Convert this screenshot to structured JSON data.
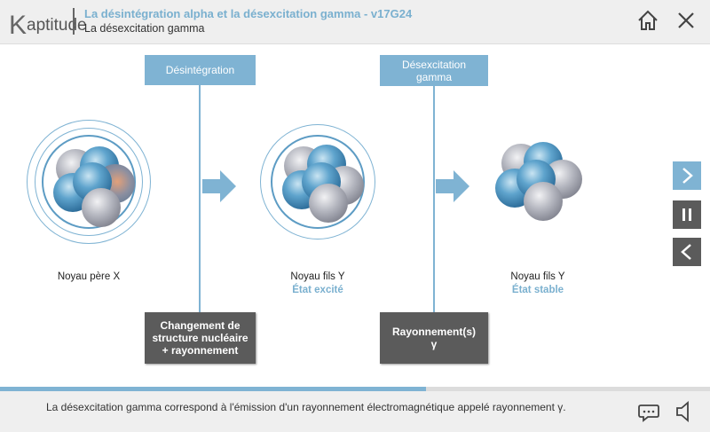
{
  "header": {
    "logo": "Kaptitude",
    "title": "La désintégration alpha et la désexcitation gamma - v17G24",
    "subtitle": "La désexcitation gamma"
  },
  "diagram": {
    "step1_label": "Désintégration",
    "step2_label": "Désexcitation gamma",
    "step1_result": "Changement de structure nucléaire + rayonnement",
    "step2_result": "Rayonnement(s) γ",
    "nucleus1": {
      "name": "Noyau père X"
    },
    "nucleus2": {
      "name": "Noyau fils Y",
      "state": "État excité"
    },
    "nucleus3": {
      "name": "Noyau fils Y",
      "state": "État stable"
    }
  },
  "progress": {
    "percent": 60
  },
  "footer": {
    "caption": "La désexcitation gamma correspond à l'émission d'un rayonnement électromagnétique appelé rayonnement γ."
  },
  "colors": {
    "accent": "#7fb3d3",
    "dark": "#5b5b5b"
  }
}
